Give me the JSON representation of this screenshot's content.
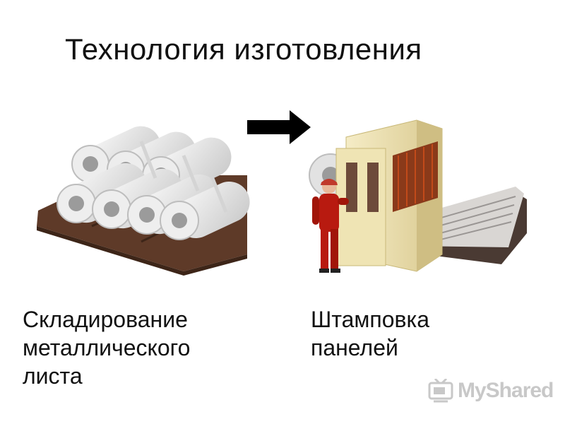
{
  "slide": {
    "title": "Технология изготовления",
    "captions": {
      "left": [
        "Складирование",
        "металлического",
        "листа"
      ],
      "right": [
        "Штамповка",
        "панелей"
      ]
    }
  },
  "logo": {
    "text": "MyShared",
    "icon": "tv-icon"
  },
  "colors": {
    "pallet": "#5e3a28",
    "coil": "#e6e6e6",
    "machine": "#efe4b4",
    "worker": "#b81a10",
    "arrow": "#000000"
  },
  "icons": [
    "steel-coils-illustration",
    "arrow-right-icon",
    "stamping-machine-illustration",
    "worker-icon",
    "tv-icon"
  ]
}
